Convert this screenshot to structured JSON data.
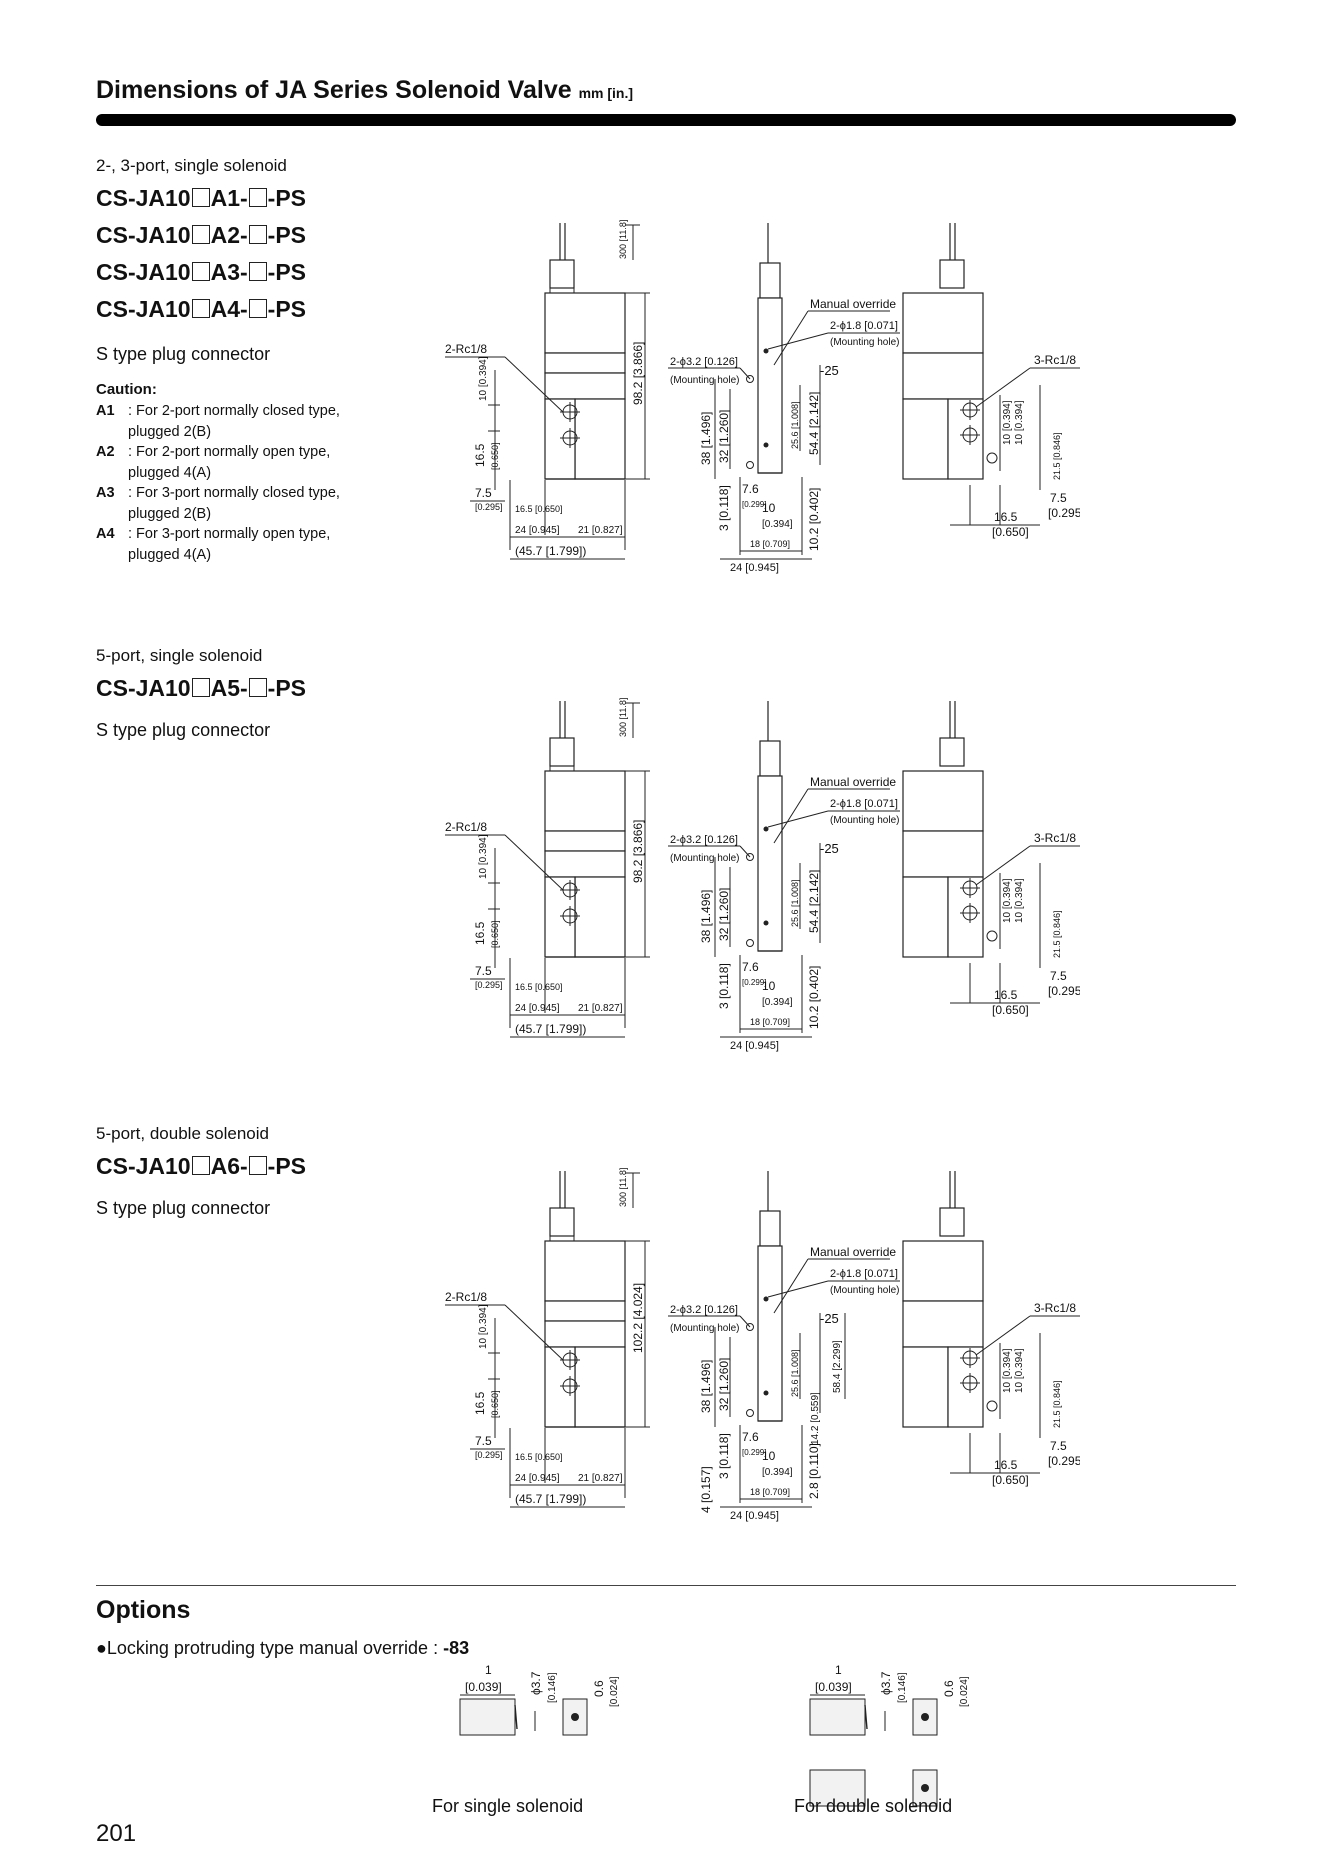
{
  "header": {
    "title": "Dimensions of JA Series Solenoid Valve",
    "unit": "mm [in.]"
  },
  "sections": [
    {
      "label": "2-, 3-port, single solenoid",
      "models": [
        {
          "pre": "CS-JA10",
          "mid": "A1-",
          "post": "-PS"
        },
        {
          "pre": "CS-JA10",
          "mid": "A2-",
          "post": "-PS"
        },
        {
          "pre": "CS-JA10",
          "mid": "A3-",
          "post": "-PS"
        },
        {
          "pre": "CS-JA10",
          "mid": "A4-",
          "post": "-PS"
        }
      ],
      "connector": "S type plug connector",
      "caution_title": "Caution:",
      "caution_items": [
        {
          "key": "A1",
          "text": ": For 2-port normally closed type,",
          "text2": "plugged 2(B)"
        },
        {
          "key": "A2",
          "text": ": For 2-port normally open type,",
          "text2": "plugged 4(A)"
        },
        {
          "key": "A3",
          "text": ": For 3-port normally closed type,",
          "text2": "plugged 2(B)"
        },
        {
          "key": "A4",
          "text": ": For 3-port normally open type,",
          "text2": "plugged 4(A)"
        }
      ]
    },
    {
      "label": "5-port, single solenoid",
      "models": [
        {
          "pre": "CS-JA10",
          "mid": "A5-",
          "post": "-PS"
        }
      ],
      "connector": "S type plug connector"
    },
    {
      "label": "5-port, double solenoid",
      "models": [
        {
          "pre": "CS-JA10",
          "mid": "A6-",
          "post": "-PS"
        }
      ],
      "connector": "S type plug connector"
    }
  ],
  "drawings": [
    {
      "rc_left": "2-Rc1/8",
      "d300": "300 [11.8]",
      "h_total": "98.2 [3.866]",
      "d10": "10 [0.394]",
      "d16_5": "16.5",
      "d16_5b": "[0.650]",
      "d7_5": "7.5",
      "d7_5b": "[0.295]",
      "d16_5s": "16.5 [0.650]",
      "d24": "24 [0.945]",
      "d21": "21 [0.827]",
      "d45_7": "(45.7 [1.799])",
      "manual": "Manual override",
      "m_hole": "2-ϕ1.8 [0.071]",
      "m_hole_sub": "(Mounting hole)",
      "hole32": "2-ϕ3.2 [0.126]",
      "hole32_sub": "(Mounting hole)",
      "minus25": "-25",
      "d38": "38 [1.496]",
      "d32": "32 [1.260]",
      "d25_6": "25.6 [1.008]",
      "d54_4": "54.4 [2.142]",
      "d3": "3 [0.118]",
      "d7_6": "7.6",
      "d7_6b": "[0.299]",
      "d10b": "10",
      "d10c": "[0.394]",
      "d18": "18 [0.709]",
      "d10_2": "10.2 [0.402]",
      "d24b": "24 [0.945]",
      "rc_right": "3-Rc1/8",
      "r10a": "10 [0.394]",
      "r10b": "10 [0.394]",
      "r21_5": "21.5 [0.846]",
      "r7_5": "7.5",
      "r7_5b": "[0.295]",
      "r16_5": "16.5",
      "r16_5b": "[0.650]"
    },
    {
      "rc_left": "2-Rc1/8",
      "d300": "300 [11.8]",
      "h_total": "98.2 [3.866]",
      "d10": "10 [0.394]",
      "d16_5": "16.5",
      "d16_5b": "[0.650]",
      "d7_5": "7.5",
      "d7_5b": "[0.295]",
      "d16_5s": "16.5 [0.650]",
      "d24": "24 [0.945]",
      "d21": "21 [0.827]",
      "d45_7": "(45.7 [1.799])",
      "manual": "Manual override",
      "m_hole": "2-ϕ1.8 [0.071]",
      "m_hole_sub": "(Mounting hole)",
      "hole32": "2-ϕ3.2 [0.126]",
      "hole32_sub": "(Mounting hole)",
      "minus25": "-25",
      "d38": "38 [1.496]",
      "d32": "32 [1.260]",
      "d25_6": "25.6 [1.008]",
      "d54_4": "54.4 [2.142]",
      "d3": "3 [0.118]",
      "d7_6": "7.6",
      "d7_6b": "[0.299]",
      "d10b": "10",
      "d10c": "[0.394]",
      "d18": "18 [0.709]",
      "d10_2": "10.2 [0.402]",
      "d24b": "24 [0.945]",
      "rc_right": "3-Rc1/8",
      "r10a": "10 [0.394]",
      "r10b": "10 [0.394]",
      "r21_5": "21.5 [0.846]",
      "r7_5": "7.5",
      "r7_5b": "[0.295]",
      "r16_5": "16.5",
      "r16_5b": "[0.650]"
    },
    {
      "rc_left": "2-Rc1/8",
      "d300": "300 [11.8]",
      "h_total": "102.2 [4.024]",
      "d10": "10 [0.394]",
      "d16_5": "16.5",
      "d16_5b": "[0.650]",
      "d7_5": "7.5",
      "d7_5b": "[0.295]",
      "d16_5s": "16.5 [0.650]",
      "d24": "24 [0.945]",
      "d21": "21 [0.827]",
      "d45_7": "(45.7 [1.799])",
      "manual": "Manual override",
      "m_hole": "2-ϕ1.8 [0.071]",
      "m_hole_sub": "(Mounting hole)",
      "hole32": "2-ϕ3.2 [0.126]",
      "hole32_sub": "(Mounting hole)",
      "minus25": "-25",
      "d38": "38 [1.496]",
      "d32": "32 [1.260]",
      "d25_6": "25.6 [1.008]",
      "d54_4": "58.4 [2.299]",
      "d14_2": "14.2 [0.559]",
      "d4": "4 [0.157]",
      "d3": "3 [0.118]",
      "d7_6": "7.6",
      "d7_6b": "[0.299]",
      "d10b": "10",
      "d10c": "[0.394]",
      "d18": "18 [0.709]",
      "d10_2": "2.8 [0.110]",
      "d24b": "24 [0.945]",
      "rc_right": "3-Rc1/8",
      "r10a": "10 [0.394]",
      "r10b": "10 [0.394]",
      "r21_5": "21.5 [0.846]",
      "r7_5": "7.5",
      "r7_5b": "[0.295]",
      "r16_5": "16.5",
      "r16_5b": "[0.650]"
    }
  ],
  "options": {
    "title": "Options",
    "bullet": "●",
    "line_text": "Locking protruding type manual override : ",
    "line_code": "-83",
    "dims": {
      "d1": "1",
      "d1b": "[0.039]",
      "d37": "ϕ3.7",
      "d37b": "[0.146]",
      "d06": "0.6",
      "d06b": "[0.024]"
    },
    "caption_single": "For single solenoid",
    "caption_double": "For double solenoid"
  },
  "page_number": "201"
}
